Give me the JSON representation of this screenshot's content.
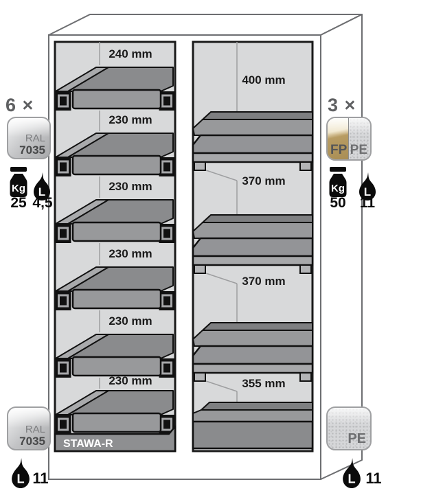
{
  "cabinet": {
    "left_column": {
      "tray_count": 6,
      "compartment_labels": [
        "240 mm",
        "230 mm",
        "230 mm",
        "230 mm",
        "230 mm",
        "230 mm"
      ],
      "sump_label": "STAWA-R"
    },
    "right_column": {
      "shelf_count": 3,
      "compartment_labels": [
        "400 mm",
        "370 mm",
        "370 mm",
        "355 mm"
      ]
    }
  },
  "annotations": {
    "top_left": {
      "count_label": "6 ×",
      "swatch": {
        "line1": "RAL",
        "line2": "7035"
      },
      "weight": {
        "unit": "Kg",
        "value": "25"
      },
      "volume": {
        "unit": "L",
        "value": "4,5"
      }
    },
    "top_right": {
      "count_label": "3 ×",
      "swatch": {
        "left": "FP",
        "right": "PE"
      },
      "weight": {
        "unit": "Kg",
        "value": "50"
      },
      "volume": {
        "unit": "L",
        "value": "11"
      }
    },
    "bottom_left": {
      "swatch": {
        "line1": "RAL",
        "line2": "7035"
      },
      "volume": {
        "unit": "L",
        "value": "11"
      }
    },
    "bottom_right": {
      "swatch": {
        "label": "PE"
      },
      "volume": {
        "unit": "L",
        "value": "11"
      }
    }
  },
  "colors": {
    "cabinet_outline": "#6d6e71",
    "compartment_background": "#d8d9da",
    "tray_gray": "#98999b",
    "tray_dark": "#7e7f81",
    "sump_bar": "#8e8f91",
    "label_text": "#1a1a1a",
    "count_text": "#5f6062",
    "fp_tan": "#b89c63"
  }
}
